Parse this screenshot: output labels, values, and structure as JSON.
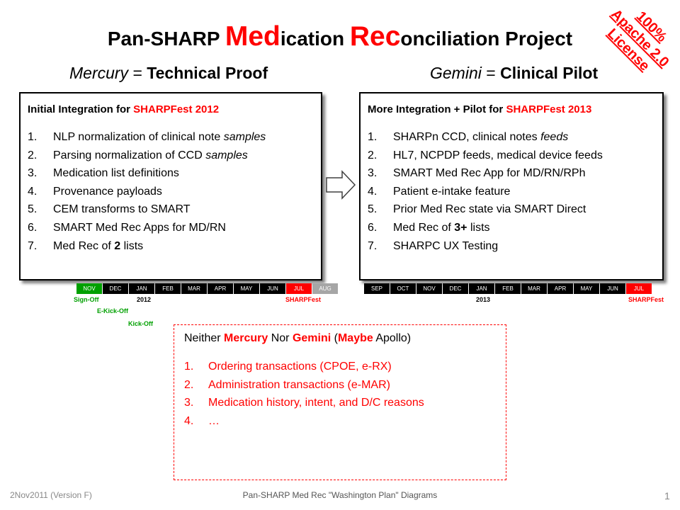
{
  "title": {
    "prefix": "Pan-SHARP ",
    "med": "Med",
    "ication": "ication ",
    "rec": "Rec",
    "onciliation": "onciliation Project"
  },
  "license": {
    "line1": "100%",
    "line2": "Apache 2.0",
    "line3": "License",
    "color": "#ff0000"
  },
  "mercury": {
    "name": "Mercury",
    "eq": " = ",
    "role": "Technical Proof"
  },
  "gemini": {
    "name": "Gemini",
    "eq": " = ",
    "role": "Clinical Pilot"
  },
  "left_panel": {
    "header_prefix": "Initial Integration for ",
    "header_event": "SHARPFest 2012",
    "items": [
      {
        "num": "1.",
        "pre": "NLP normalization of clinical note ",
        "em": "samples",
        "post": ""
      },
      {
        "num": "2.",
        "pre": "Parsing normalization of CCD ",
        "em": "samples",
        "post": ""
      },
      {
        "num": "3.",
        "pre": "Medication list definitions",
        "em": "",
        "post": ""
      },
      {
        "num": "4.",
        "pre": "Provenance payloads",
        "em": "",
        "post": ""
      },
      {
        "num": "5.",
        "pre": "CEM transforms to SMART",
        "em": "",
        "post": ""
      },
      {
        "num": "6.",
        "pre": "SMART Med Rec Apps for MD/RN",
        "em": "",
        "post": ""
      },
      {
        "num": "7.",
        "pre": "Med Rec of ",
        "strong": "2",
        "post": " lists"
      }
    ]
  },
  "right_panel": {
    "header_prefix": "More Integration + Pilot for ",
    "header_event": "SHARPFest 2013",
    "items": [
      {
        "num": "1.",
        "pre": "SHARPn CCD, clinical notes ",
        "em": "feeds"
      },
      {
        "num": "2.",
        "pre": "HL7, NCPDP feeds, medical device feeds"
      },
      {
        "num": "3.",
        "pre": "SMART Med Rec App for MD/RN/RPh"
      },
      {
        "num": "4.",
        "pre": "Patient e-intake feature"
      },
      {
        "num": "5.",
        "pre": "Prior Med Rec state via SMART Direct"
      },
      {
        "num": "6.",
        "pre": "Med Rec of ",
        "strong": "3+",
        "post": " lists"
      },
      {
        "num": "7.",
        "pre": "SHARPC UX Testing"
      }
    ]
  },
  "timeline_2012": {
    "months": [
      "NOV",
      "DEC",
      "JAN",
      "FEB",
      "MAR",
      "APR",
      "MAY",
      "JUN",
      "JUL",
      "AUG"
    ],
    "colors": {
      "NOV": "green",
      "JUL": "red",
      "AUG": "grey"
    },
    "year": "2012",
    "sign_off": "Sign-Off",
    "e_kick_off": "E-Kick-Off",
    "kick_off": "Kick-Off",
    "sharpfest": "SHARPFest"
  },
  "timeline_2013": {
    "months": [
      "SEP",
      "OCT",
      "NOV",
      "DEC",
      "JAN",
      "FEB",
      "MAR",
      "APR",
      "MAY",
      "JUN",
      "JUL"
    ],
    "colors": {
      "JUL": "red"
    },
    "year": "2013",
    "sharpfest": "SHARPFest"
  },
  "bottom_panel": {
    "hdr_a": "Neither ",
    "hdr_b": "Mercury",
    "hdr_c": " Nor ",
    "hdr_d": "Gemini",
    "hdr_e": " (",
    "hdr_f": "Maybe",
    "hdr_g": " Apollo)",
    "items": [
      {
        "num": "1.",
        "text": "Ordering transactions (CPOE, e-RX)"
      },
      {
        "num": "2.",
        "text": "Administration transactions (e-MAR)"
      },
      {
        "num": "3.",
        "text": "Medication history, intent, and D/C reasons"
      },
      {
        "num": "4.",
        "text": "…"
      }
    ]
  },
  "footer": {
    "left": "2Nov2011 (Version F)",
    "center": "Pan-SHARP Med Rec \"Washington Plan\" Diagrams",
    "page": "1"
  }
}
